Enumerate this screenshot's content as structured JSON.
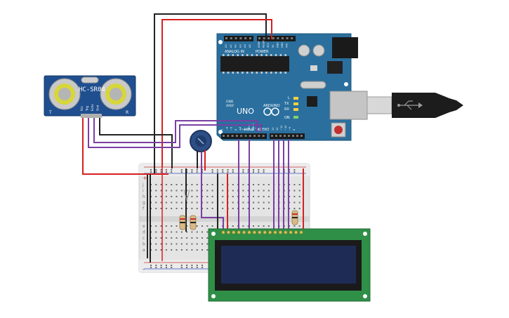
{
  "sensor": {
    "name": "HC-SR04",
    "pin_labels": [
      "Vcc",
      "Trig",
      "Echo",
      "Gnd"
    ],
    "side_left": "T",
    "side_right": "R"
  },
  "arduino": {
    "brand": "ARDUINO",
    "model": "UNO",
    "header_power": "POWER",
    "header_analog": "ANALOG IN",
    "header_digital": "DIGITAL (PWM~)",
    "tx": "TX",
    "rx": "RX",
    "l": "L",
    "on": "ON",
    "aref": "AREF",
    "gnd": "GND",
    "analog_pins": [
      "A0",
      "A1",
      "A2",
      "A3",
      "A4",
      "A5"
    ],
    "power_pins": [
      "IOREF",
      "RESET",
      "3V3",
      "5V",
      "GND",
      "GND",
      "VIN"
    ],
    "digital_pins": [
      "13",
      "12",
      "~11",
      "~10",
      "~9",
      "8",
      "7",
      "~6",
      "~5",
      "4",
      "~3",
      "2",
      "TX→1",
      "RX←0"
    ]
  },
  "breadboard": {
    "row_letters": [
      "j",
      "i",
      "h",
      "g",
      "f",
      "e",
      "d",
      "c",
      "b",
      "a"
    ],
    "plus": "+",
    "minus": "-"
  },
  "colors": {
    "board": "#2a6f9e",
    "lcd_pcb": "#2f8f47",
    "lcd_screen": "#1e2c55",
    "wire_red": "#d62020",
    "wire_black": "#222222",
    "wire_purple": "#7a3fa3",
    "breadboard": "#e4e4e4",
    "sensor_pcb": "#1f4f8f"
  }
}
